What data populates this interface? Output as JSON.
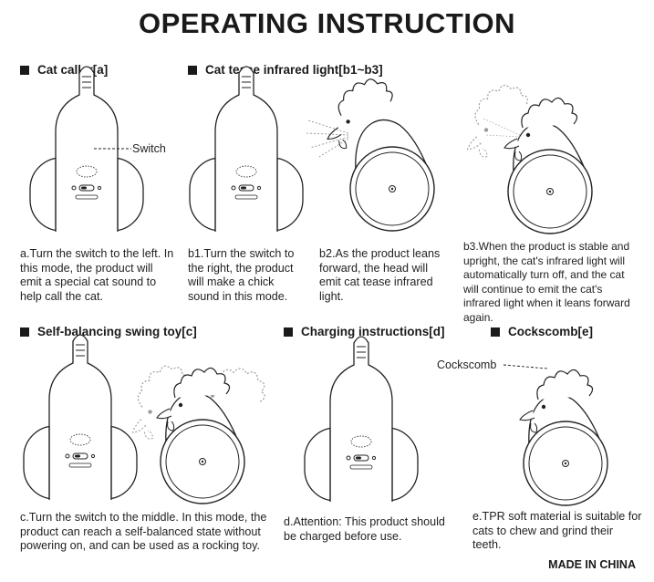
{
  "title": "OPERATING INSTRUCTION",
  "sections": {
    "cat_caller": "Cat caller[a]",
    "tease": "Cat tease infrared light[b1~b3]",
    "swing": "Self-balancing swing toy[c]",
    "charging": "Charging instructions[d]",
    "cockscomb": "Cockscomb[e]"
  },
  "labels": {
    "switch": "Switch",
    "cockscomb": "Cockscomb"
  },
  "texts": {
    "a": "a.Turn the switch to the left. In this mode, the product will emit a special cat sound to help call the cat.",
    "b1": "b1.Turn the switch to the right, the product will make a chick sound in this mode.",
    "b2": "b2.As the product leans forward, the head will emit cat tease infrared light.",
    "b3": "b3.When the product is stable and upright, the cat's infrared light will automatically turn off, and the cat will continue to emit the cat's infrared light when it leans forward again.",
    "c": "c.Turn the switch to the middle. In this mode, the product can reach a self-balanced state without powering on, and can be used as a rocking toy.",
    "d": "d.Attention: This product should be charged before use.",
    "e": "e.TPR soft material is suitable for cats to chew and grind their teeth."
  },
  "footer": "MADE IN CHINA"
}
